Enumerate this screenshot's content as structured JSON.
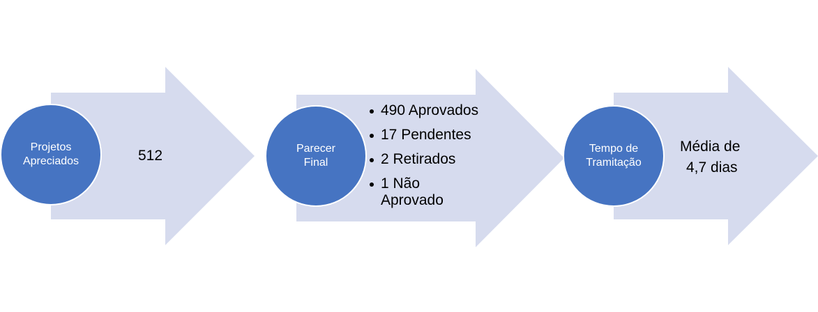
{
  "colors": {
    "arrow_fill": "#d6dbee",
    "circle_fill": "#4674c2",
    "circle_text": "#ffffff"
  },
  "stages": [
    {
      "circle_lines": [
        "Projetos",
        "Apreciados"
      ],
      "value_lines": [
        "512"
      ]
    },
    {
      "circle_lines": [
        "Parecer",
        "Final"
      ],
      "bullets": [
        "490 Aprovados",
        "17 Pendentes",
        "2 Retirados",
        "1 Não Aprovado"
      ]
    },
    {
      "circle_lines": [
        "Tempo de",
        "Tramitação"
      ],
      "value_lines": [
        "Média de",
        "4,7 dias"
      ]
    }
  ]
}
